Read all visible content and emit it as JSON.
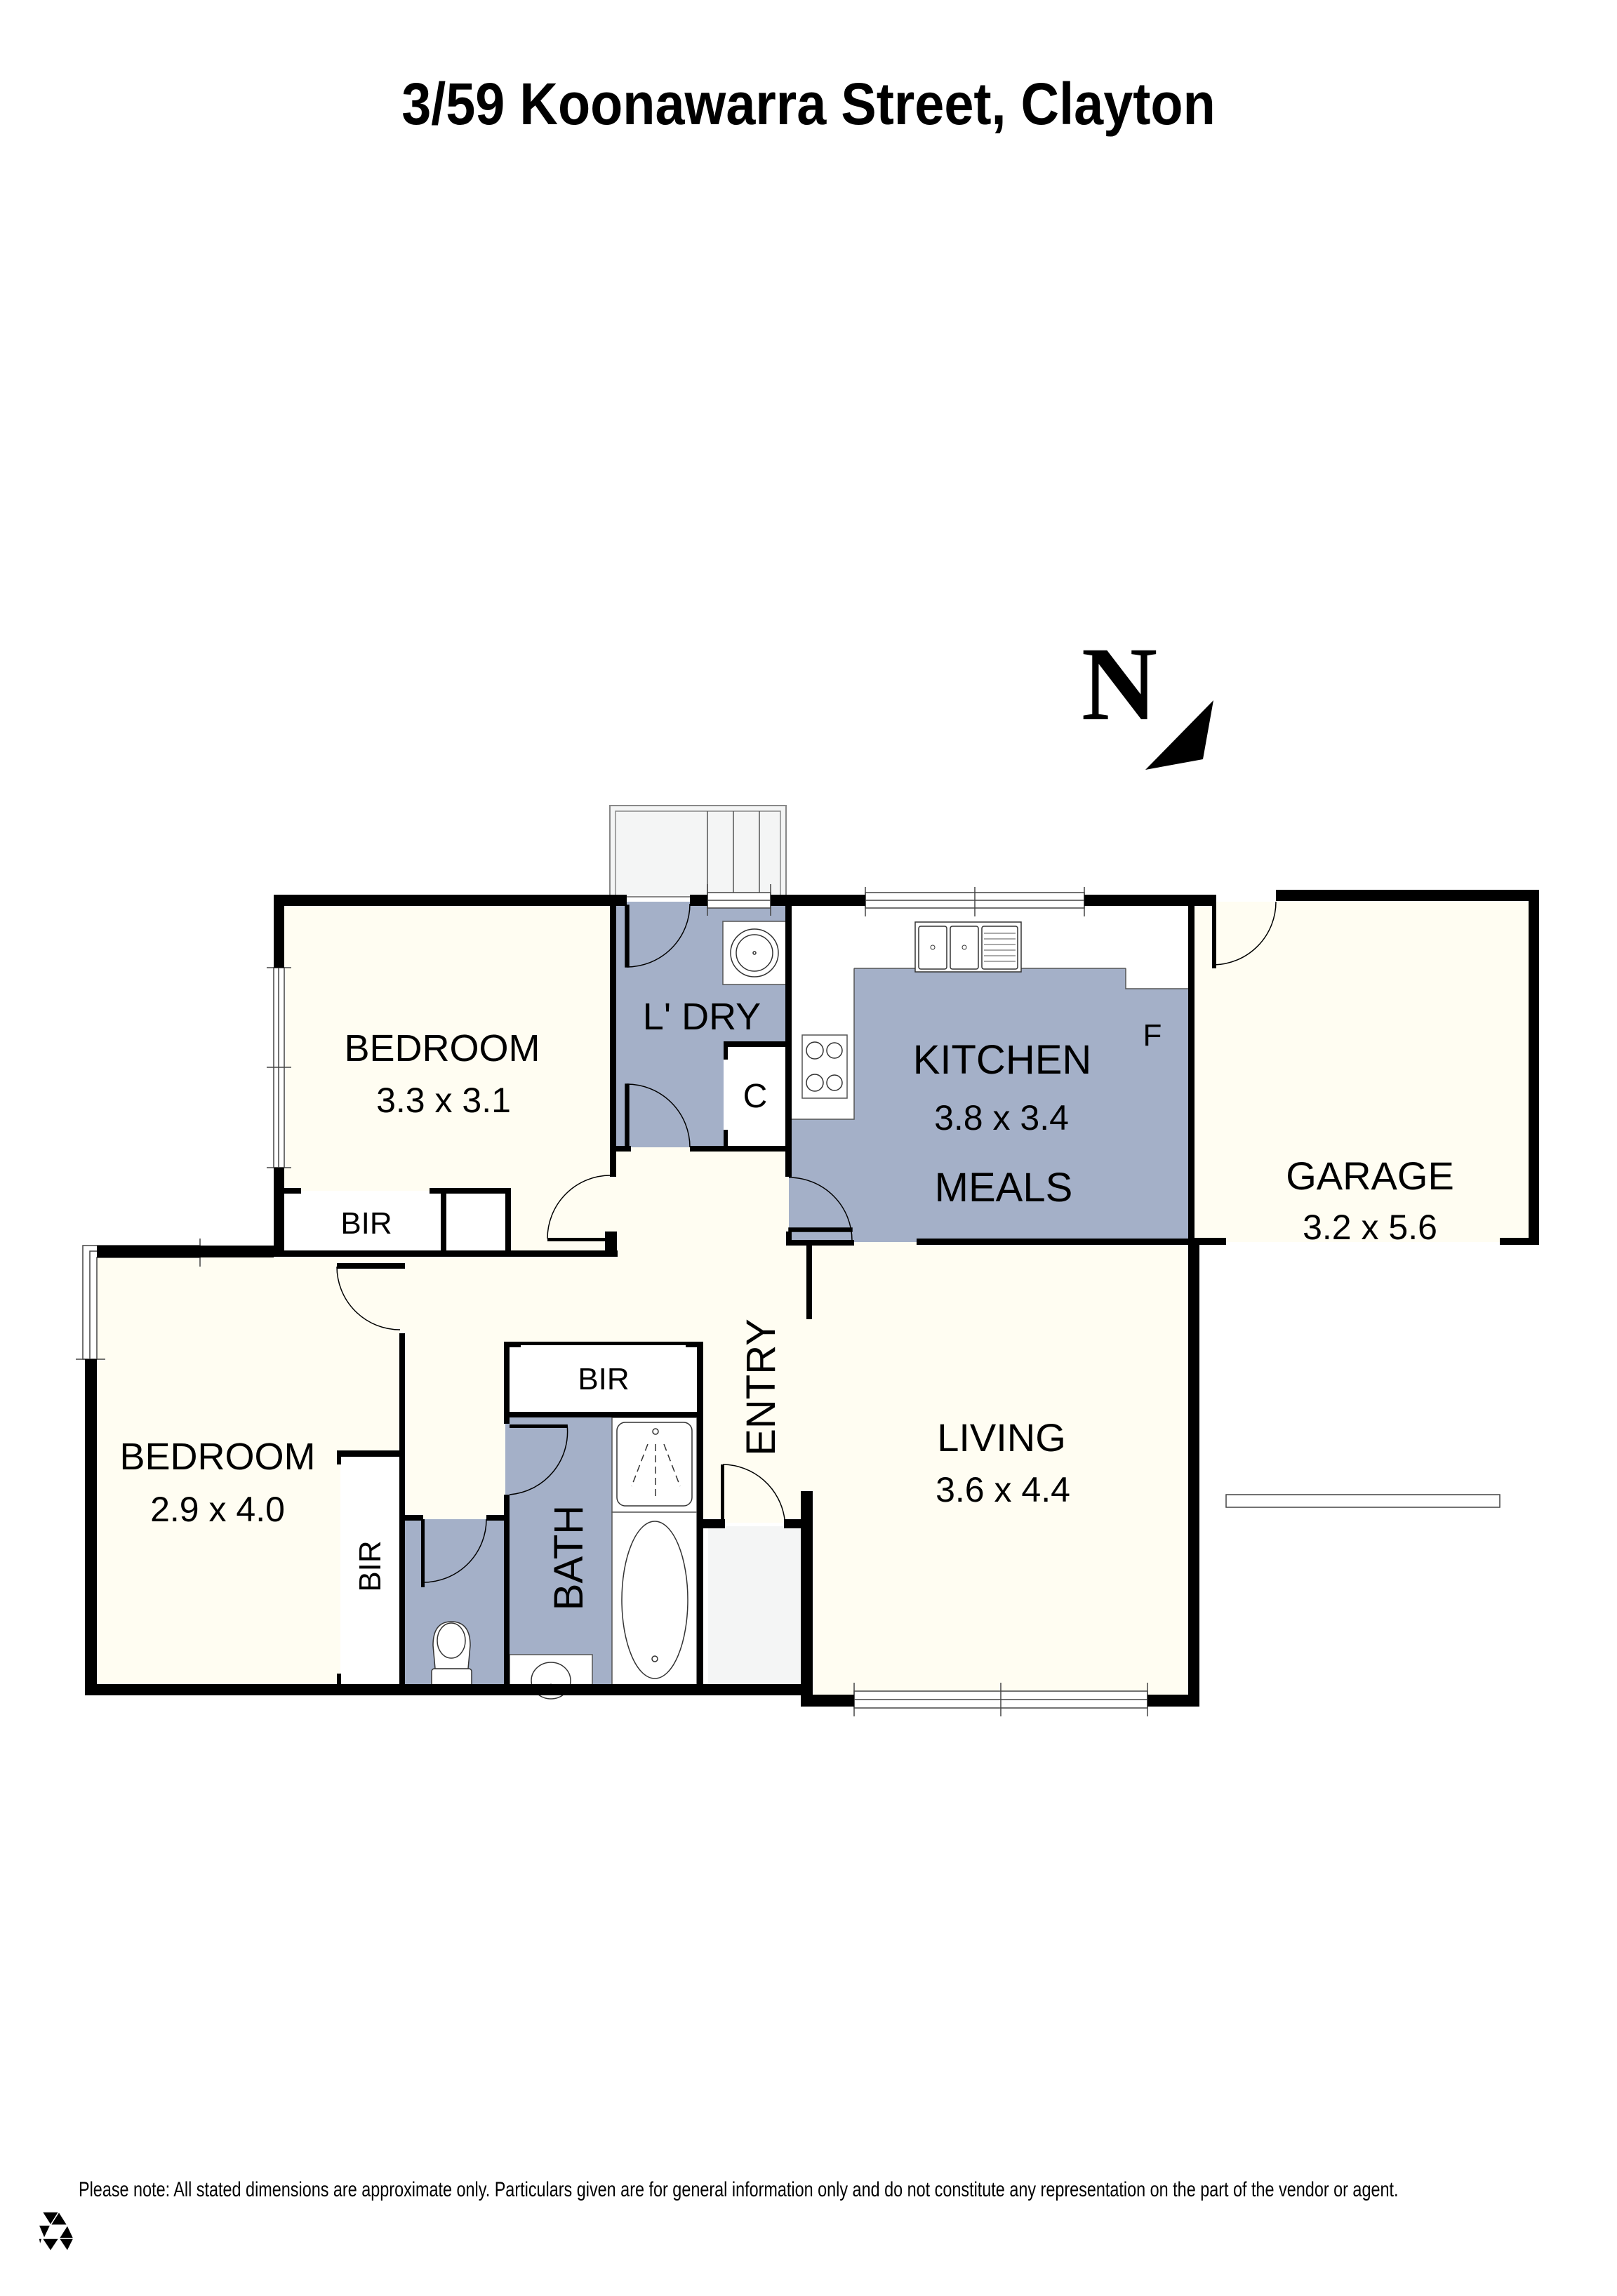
{
  "title": "3/59 Koonawarra Street, Clayton",
  "compass": {
    "label": "N",
    "icon": "north-arrow-icon"
  },
  "rooms": {
    "bedroom1": {
      "name": "BEDROOM",
      "size": "3.3 x 3.1"
    },
    "bedroom1_bir": {
      "name": "BIR"
    },
    "laundry": {
      "name": "L' DRY"
    },
    "cupboard": {
      "name": "C"
    },
    "kitchen": {
      "name": "KITCHEN",
      "size": "3.8 x 3.4",
      "fridge": "F"
    },
    "meals": {
      "name": "MEALS"
    },
    "garage": {
      "name": "GARAGE",
      "size": "3.2 x 5.6"
    },
    "bedroom2": {
      "name": "BEDROOM",
      "size": "2.9 x 4.0"
    },
    "bedroom2_bir": {
      "name": "BIR"
    },
    "hall_bir": {
      "name": "BIR"
    },
    "bath": {
      "name": "BATH"
    },
    "entry": {
      "name": "ENTRY"
    },
    "living": {
      "name": "LIVING",
      "size": "3.6 x 4.4"
    }
  },
  "colors": {
    "wet_area": "#a4b0c8",
    "floor": "#fffdf2",
    "porch": "#f4f5f5",
    "wall": "#000000"
  },
  "footer": {
    "disclaimer": "Please note: All stated dimensions are approximate only. Particulars given are for general information only and do not constitute any representation on the part of the vendor or agent.",
    "logo_icon": "triangle-logo-icon"
  }
}
